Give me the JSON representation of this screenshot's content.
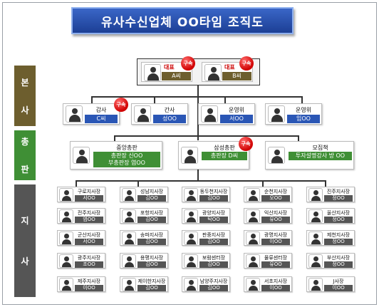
{
  "title": "유사수신업체 OO타임 조직도",
  "sections": {
    "hq": [
      "본",
      "사"
    ],
    "general": [
      "총",
      "판"
    ],
    "branch": [
      "지",
      "사"
    ]
  },
  "badge_label": "구속",
  "hq": {
    "ceos": [
      {
        "role": "대표",
        "name": "A씨"
      },
      {
        "role": "대표",
        "name": "B씨"
      }
    ],
    "officers": [
      {
        "role": "감사",
        "name": "C씨"
      },
      {
        "role": "간사",
        "name": "성OO"
      },
      {
        "role": "운영위",
        "name": "서OO"
      },
      {
        "role": "운영위",
        "name": "임OO"
      }
    ]
  },
  "general": [
    {
      "role": "중앙총판",
      "name_lines": [
        "총판장 신OO",
        "부총판장 염OO"
      ]
    },
    {
      "role": "삼성총판",
      "name_lines": [
        "총판장 D씨"
      ]
    },
    {
      "role": "모집책",
      "name_lines": [
        "투자설명강사 방 OO"
      ]
    }
  ],
  "branches": [
    [
      {
        "role": "구로지사장",
        "name": "서OO"
      },
      {
        "role": "성남지사장",
        "name": "김OO"
      },
      {
        "role": "동두천지사장",
        "name": "김OO"
      },
      {
        "role": "순천지사장",
        "name": "오OO"
      },
      {
        "role": "진주지사장",
        "name": "정OO"
      }
    ],
    [
      {
        "role": "전주지사장",
        "name": "염OO"
      },
      {
        "role": "포항지사장",
        "name": "김OO"
      },
      {
        "role": "광양지사장",
        "name": "탁OO"
      },
      {
        "role": "익산지사장",
        "name": "유OO"
      },
      {
        "role": "울산지사장",
        "name": "정OO"
      }
    ],
    [
      {
        "role": "군산지사장",
        "name": "서OO"
      },
      {
        "role": "송파지사장",
        "name": "김OO"
      },
      {
        "role": "판중지사장",
        "name": "김OO"
      },
      {
        "role": "광명지사장",
        "name": "이OO"
      },
      {
        "role": "제천지사장",
        "name": "정OO"
      }
    ],
    [
      {
        "role": "광주지사장",
        "name": "조OO"
      },
      {
        "role": "용평지사장",
        "name": "김OO"
      },
      {
        "role": "보람센터장",
        "name": "김OO"
      },
      {
        "role": "물류센터장",
        "name": "유OO"
      },
      {
        "role": "부산지사장",
        "name": "정OO"
      }
    ],
    [
      {
        "role": "제주지사장",
        "name": "이OO"
      },
      {
        "role": "제이한지사장",
        "name": "김OO"
      },
      {
        "role": "남양주지사장",
        "name": "김OO"
      },
      {
        "role": "서초지사장",
        "name": "이OO"
      },
      {
        "role": "J사장",
        "name": "이OO"
      }
    ]
  ]
}
